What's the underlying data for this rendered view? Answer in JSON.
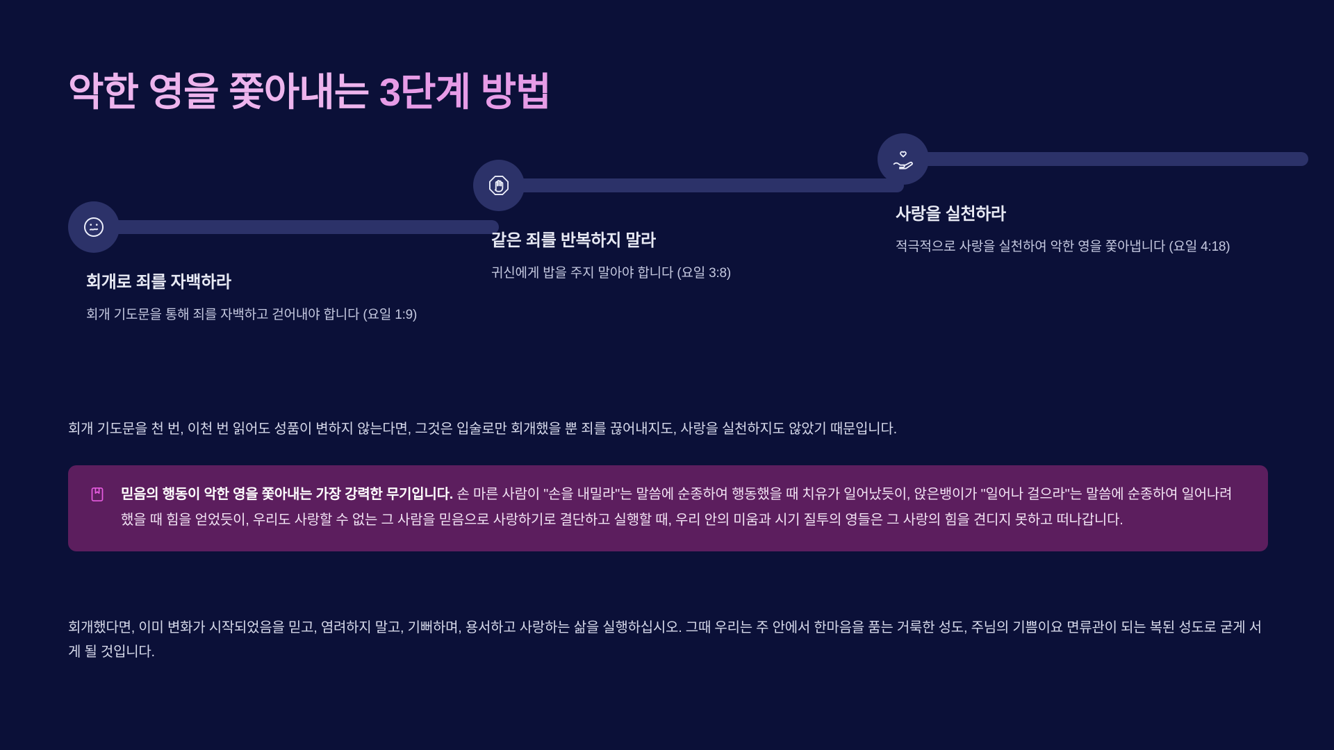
{
  "slide": {
    "background_color": "#0b1038",
    "title_prefix": "악한 영을 쫓아내는 ",
    "title_accent": "3단계 방법",
    "title_color": "#edb4ed"
  },
  "steps": [
    {
      "icon": "confused-face-icon",
      "title": "회개로 죄를 자백하라",
      "description": "회개 기도문을 통해 죄를 자백하고 걷어내야 합니다 (요일 1:9)"
    },
    {
      "icon": "stop-hand-icon",
      "title": "같은 죄를 반복하지 말라",
      "description": "귀신에게 밥을 주지 말아야 합니다 (요일 3:8)"
    },
    {
      "icon": "hand-holding-heart-icon",
      "title": "사랑을 실천하라",
      "description": "적극적으로 사랑을 실천하여 악한 영을 쫓아냅니다 (요일 4:18)"
    }
  ],
  "body": {
    "paragraph_1": "회개 기도문을 천 번, 이천 번 읽어도 성품이 변하지 않는다면, 그것은 입술로만 회개했을 뿐 죄를 끊어내지도, 사랑을 실천하지도 않았기 때문입니다.",
    "paragraph_2": "회개했다면, 이미 변화가 시작되었음을 믿고, 염려하지 말고, 기뻐하며, 용서하고 사랑하는 삶을 실행하십시오. 그때 우리는 주 안에서 한마음을 품는 거룩한 성도, 주님의 기쁨이요 면류관이 되는 복된 성도로 굳게 서게 될 것입니다."
  },
  "callout": {
    "icon": "note-bookmark-icon",
    "background_color": "#5c1e5e",
    "accent_color": "#e75ce0",
    "lead": "믿음의 행동이 악한 영을 쫓아내는 가장 강력한 무기입니다.",
    "rest": " 손 마른 사람이 \"손을 내밀라\"는 말씀에 순종하여 행동했을 때 치유가 일어났듯이, 앉은뱅이가 \"일어나 걸으라\"는 말씀에 순종하여 일어나려 했을 때 힘을 얻었듯이, 우리도 사랑할 수 없는 그 사람을 믿음으로 사랑하기로 결단하고 실행할 때, 우리 안의 미움과 시기 질투의 영들은 그 사랑의 힘을 견디지 못하고 떠나갑니다."
  }
}
